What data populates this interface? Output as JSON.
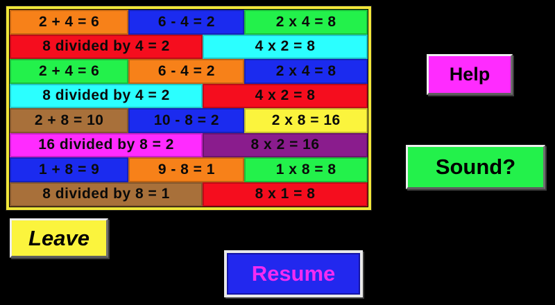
{
  "palette": {
    "background": "#000000",
    "panel_border": "#F0E63A",
    "orange": "#F78119",
    "red": "#F50D1E",
    "green": "#23F14B",
    "cyan": "#2BFFFF",
    "blue": "#1B2BEF",
    "brown": "#A8703A",
    "magenta": "#FF2BFF",
    "purple": "#8A1C8D",
    "yellow": "#FBF43D"
  },
  "board": {
    "rows": [
      {
        "cells": [
          {
            "text": "2 + 4 = 6",
            "color": "orange",
            "w": 33.2
          },
          {
            "text": "6 - 4 = 2",
            "color": "blue",
            "w": 32.4
          },
          {
            "text": "2 x 4 = 8",
            "color": "green",
            "w": 34.4
          }
        ]
      },
      {
        "cells": [
          {
            "text": "8 divided by 4 = 2",
            "color": "red",
            "w": 53.9
          },
          {
            "text": "4 x 2 = 8",
            "color": "cyan",
            "w": 46.1
          }
        ]
      },
      {
        "cells": [
          {
            "text": "2 + 4 = 6",
            "color": "green",
            "w": 33.2
          },
          {
            "text": "6 - 4 = 2",
            "color": "orange",
            "w": 32.4
          },
          {
            "text": "2 x 4 = 8",
            "color": "blue",
            "w": 34.4
          }
        ]
      },
      {
        "cells": [
          {
            "text": "8 divided by 4 = 2",
            "color": "cyan",
            "w": 53.9
          },
          {
            "text": "4 x 2 = 8",
            "color": "red",
            "w": 46.1
          }
        ]
      },
      {
        "cells": [
          {
            "text": "2 + 8 = 10",
            "color": "brown",
            "w": 33.2
          },
          {
            "text": "10 - 8 = 2",
            "color": "blue",
            "w": 32.4
          },
          {
            "text": "2 x 8 = 16",
            "color": "yellow",
            "w": 34.4
          }
        ]
      },
      {
        "cells": [
          {
            "text": "16 divided by 8 = 2",
            "color": "magenta",
            "w": 53.9
          },
          {
            "text": "8 x 2 = 16",
            "color": "purple",
            "w": 46.1
          }
        ]
      },
      {
        "cells": [
          {
            "text": "1 + 8 = 9",
            "color": "blue",
            "w": 33.2
          },
          {
            "text": "9 - 8 = 1",
            "color": "orange",
            "w": 32.4
          },
          {
            "text": "1 x 8 = 8",
            "color": "green",
            "w": 34.4
          }
        ]
      },
      {
        "cells": [
          {
            "text": "8 divided by 8 = 1",
            "color": "brown",
            "w": 53.9
          },
          {
            "text": "8 x 1 = 8",
            "color": "red",
            "w": 46.1
          }
        ]
      }
    ]
  },
  "buttons": {
    "help": {
      "label": "Help",
      "bg": "#FF2BFF",
      "fg": "#000000"
    },
    "sound": {
      "label": "Sound?",
      "bg": "#23F14B",
      "fg": "#000000"
    },
    "leave": {
      "label": "Leave",
      "bg": "#FBF43D",
      "fg": "#000000"
    },
    "resume": {
      "label": "Resume",
      "bg": "#2228EE",
      "fg": "#F32BF3"
    }
  }
}
